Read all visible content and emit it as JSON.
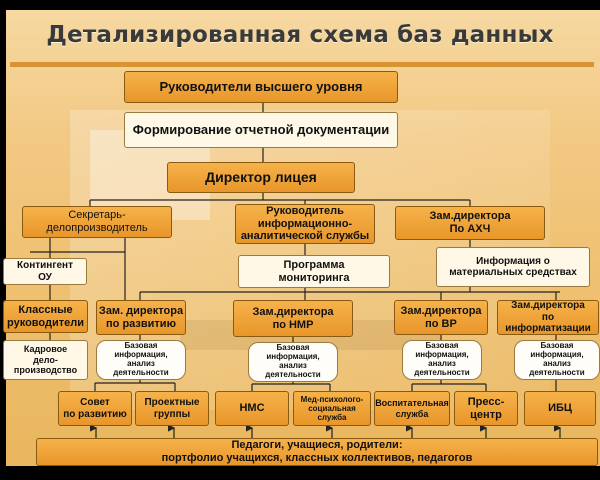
{
  "title": "Детализированная схема баз данных",
  "nodes": {
    "top_leaders": "Руководители высшего уровня",
    "reporting": "Формирование отчетной документации",
    "director": "Директор лицея",
    "secretary": "Секретарь-\nделопроизводитель",
    "info_service_head": "Руководитель\nинформационно-\nаналитической службы",
    "deputy_ahch": "Зам.директора\nПо АХЧ",
    "contingent": "Контингент\nОУ",
    "monitoring": "Программа\nмониторинга",
    "material_info": "Информация о\nматериальных средствах",
    "class_leaders": "Классные\nруководители",
    "deputy_dev": "Зам. директора\nпо развитию",
    "deputy_nmr": "Зам.директора\nпо НМР",
    "deputy_vr": "Зам.директора\nпо ВР",
    "deputy_info": "Зам.директора\nпо информатизации",
    "hr_records": "Кадровое\nдело-\nпроизводство",
    "base_info_1": "Базовая\nинформация,\nанализ\nдеятельности",
    "base_info_2": "Базовая\nинформация,\nанализ\nдеятельности",
    "base_info_3": "Базовая\nинформация,\nанализ\nдеятельности",
    "base_info_4": "Базовая\nинформация,\nанализ\nдеятельности",
    "council": "Совет\nпо развитию",
    "project_groups": "Проектные\nгруппы",
    "nms": "НМС",
    "med_psych": "Мед-психолого-\nсоциальная\nслужба",
    "educational": "Воспитательная\nслужба",
    "press": "Пресс-\nцентр",
    "ibc": "ИБЦ",
    "bottom": "Педагоги, учащиеся, родители:\nпортфолио учащихся, классных коллективов, педагогов"
  },
  "colors": {
    "box_orange": "#eea43a",
    "rule": "#d89430",
    "title": "#3a3a3a"
  }
}
